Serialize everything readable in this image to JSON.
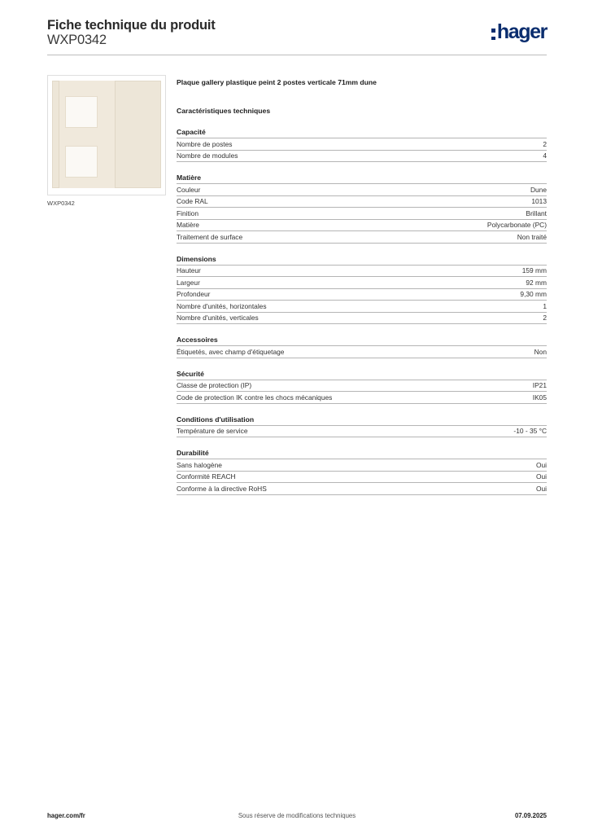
{
  "header": {
    "title": "Fiche technique du produit",
    "reference": "WXP0342",
    "logo_text": "hager",
    "logo_color": "#0a2d6e"
  },
  "product": {
    "image_caption": "WXP0342",
    "plate_color": "#ede6d8",
    "description": "Plaque gallery plastique peint 2 postes verticale 71mm dune",
    "characteristics_title": "Caractéristiques techniques"
  },
  "sections": [
    {
      "title": "Capacité",
      "rows": [
        {
          "label": "Nombre de postes",
          "value": "2"
        },
        {
          "label": "Nombre de modules",
          "value": "4"
        }
      ]
    },
    {
      "title": "Matière",
      "rows": [
        {
          "label": "Couleur",
          "value": "Dune"
        },
        {
          "label": "Code RAL",
          "value": "1013"
        },
        {
          "label": "Finition",
          "value": "Brillant"
        },
        {
          "label": "Matière",
          "value": "Polycarbonate (PC)"
        },
        {
          "label": "Traitement de surface",
          "value": "Non traité"
        }
      ]
    },
    {
      "title": "Dimensions",
      "rows": [
        {
          "label": "Hauteur",
          "value": "159 mm"
        },
        {
          "label": "Largeur",
          "value": "92 mm"
        },
        {
          "label": "Profondeur",
          "value": "9,30 mm"
        },
        {
          "label": "Nombre d'unités, horizontales",
          "value": "1"
        },
        {
          "label": "Nombre d'unités, verticales",
          "value": "2"
        }
      ]
    },
    {
      "title": "Accessoires",
      "rows": [
        {
          "label": "Étiquetés, avec champ d'étiquetage",
          "value": "Non"
        }
      ]
    },
    {
      "title": "Sécurité",
      "rows": [
        {
          "label": "Classe de protection (IP)",
          "value": "IP21"
        },
        {
          "label": "Code de protection IK contre les chocs mécaniques",
          "value": "IK05"
        }
      ]
    },
    {
      "title": "Conditions d'utilisation",
      "rows": [
        {
          "label": "Température de service",
          "value": "-10 - 35 °C"
        }
      ]
    },
    {
      "title": "Durabilité",
      "rows": [
        {
          "label": "Sans halogène",
          "value": "Oui"
        },
        {
          "label": "Conformité REACH",
          "value": "Oui"
        },
        {
          "label": "Conforme à la directive RoHS",
          "value": "Oui"
        }
      ]
    }
  ],
  "footer": {
    "website": "hager.com/fr",
    "notice": "Sous réserve de modifications techniques",
    "date": "07.09.2025"
  }
}
